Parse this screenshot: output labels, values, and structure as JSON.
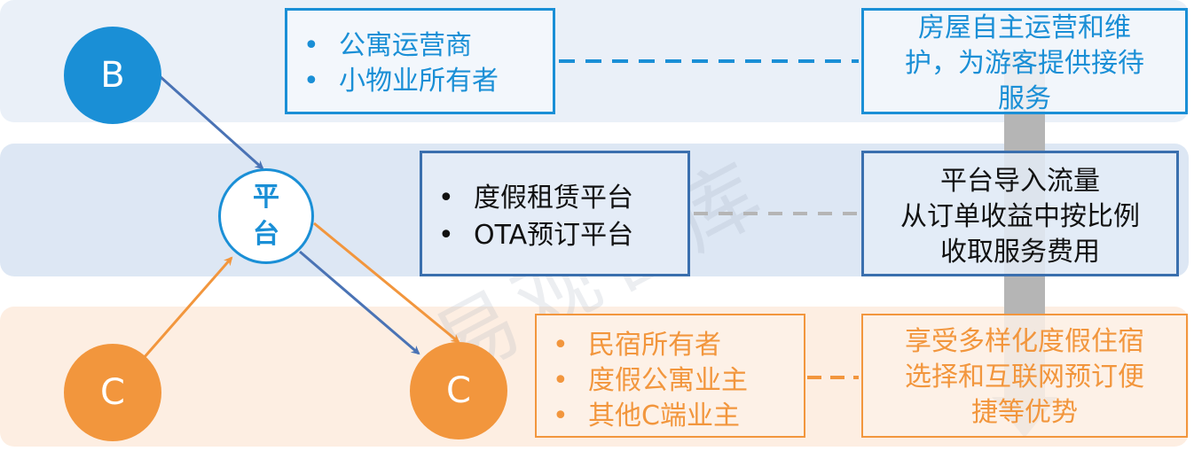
{
  "circles": {
    "b": "B",
    "platform_line1": "平",
    "platform_line2": "台",
    "c_left": "C",
    "c_right": "C"
  },
  "rows": [
    {
      "participants": [
        "公寓运营商",
        "小物业所有者"
      ],
      "role": [
        "房屋自主运营和维",
        "护，为游客提供接待",
        "服务"
      ]
    },
    {
      "participants": [
        "度假租赁平台",
        "OTA预订平台"
      ],
      "role": [
        "平台导入流量",
        "从订单收益中按比例",
        "收取服务费用"
      ]
    },
    {
      "participants": [
        "民宿所有者",
        "度假公寓业主",
        "其他C端业主"
      ],
      "role": [
        "享受多样化度假住宿",
        "选择和互联网预订便",
        "捷等优势"
      ]
    }
  ],
  "bullet": "•",
  "watermark": "易观智库",
  "colors": {
    "blue": "#1a8fd6",
    "dark_blue": "#3a6fae",
    "orange": "#f2963d",
    "grey_arrow": "#b5b5b5"
  }
}
